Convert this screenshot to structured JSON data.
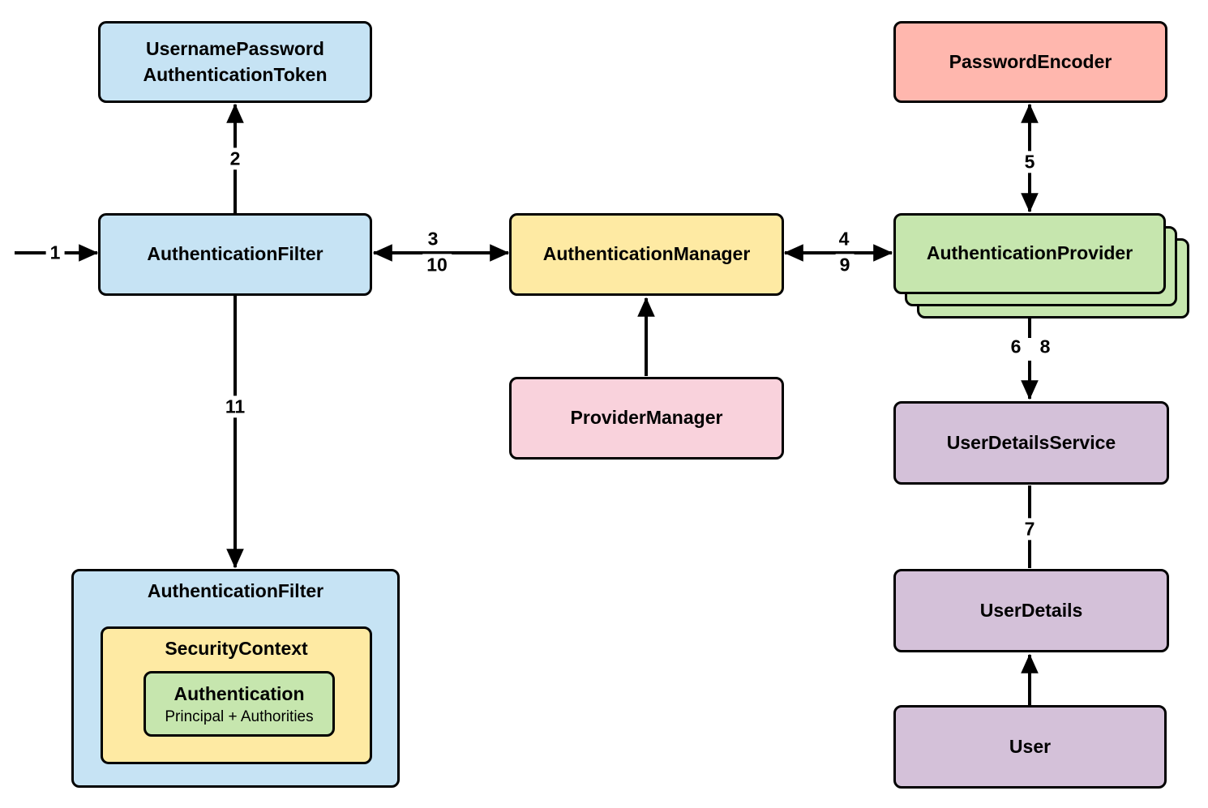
{
  "nodes": {
    "username_password_authentication_token": {
      "lines": [
        "UsernamePassword",
        "AuthenticationToken"
      ]
    },
    "authentication_filter": {
      "label": "AuthenticationFilter"
    },
    "authentication_manager": {
      "label": "AuthenticationManager"
    },
    "provider_manager": {
      "label": "ProviderManager"
    },
    "password_encoder": {
      "label": "PasswordEncoder"
    },
    "authentication_provider": {
      "label": "AuthenticationProvider"
    },
    "user_details_service": {
      "label": "UserDetailsService"
    },
    "user_details": {
      "label": "UserDetails"
    },
    "user": {
      "label": "User"
    },
    "authentication_filter_result": {
      "label": "AuthenticationFilter"
    },
    "security_context": {
      "label": "SecurityContext"
    },
    "authentication": {
      "label": "Authentication",
      "sublabel": "Principal + Authorities"
    }
  },
  "edge_labels": {
    "step1": "1",
    "step2": "2",
    "step3": "3",
    "step4": "4",
    "step5": "5",
    "step6": "6",
    "step7": "7",
    "step8": "8",
    "step9": "9",
    "step10": "10",
    "step11": "11"
  },
  "colors": {
    "blue": "#C6E3F4",
    "yellow": "#FEEAA3",
    "green": "#C6E6AE",
    "salmon": "#FFB7AE",
    "purple": "#D4C1D9",
    "pink": "#F9D2DC",
    "stroke": "#000000",
    "background": "#FFFFFF"
  }
}
